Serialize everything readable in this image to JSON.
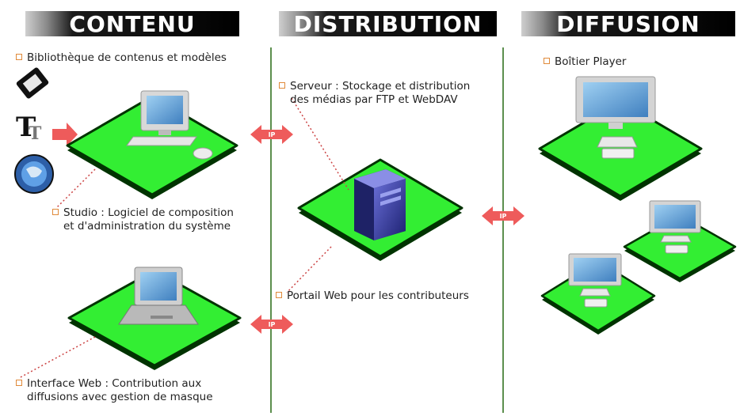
{
  "headers": {
    "contenu": "CONTENU",
    "distribution": "DISTRIBUTION",
    "diffusion": "DIFFUSION"
  },
  "labels": {
    "bibliotheque": "Bibliothèque de contenus et modèles",
    "studio_line1": "Studio : Logiciel de composition",
    "studio_line2": "et d'administration du système",
    "interface_line1": "Interface Web : Contribution aux",
    "interface_line2": "diffusions avec gestion de masque",
    "serveur_line1": "Serveur : Stockage et distribution",
    "serveur_line2": "des médias par FTP et WebDAV",
    "portail": "Portail Web pour les contributeurs",
    "boitier": "Boîtier Player"
  },
  "connector_text": "IP",
  "media_icons": [
    "film-strip-icon",
    "typography-icon",
    "globe-icon"
  ],
  "colors": {
    "platform_green": "#33ee33",
    "arrow_red": "#ee5b5b",
    "divider_green": "#5c8f4e",
    "bullet_orange": "#e08a3a"
  }
}
